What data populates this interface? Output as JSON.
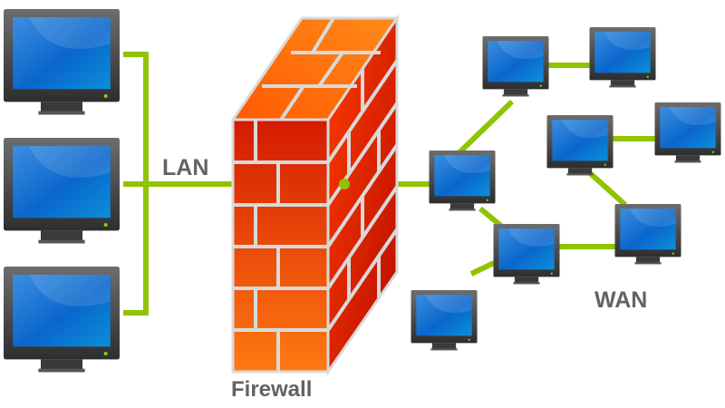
{
  "labels": {
    "lan": "LAN",
    "firewall": "Firewall",
    "wan": "WAN"
  },
  "colors": {
    "link": "#8fc400",
    "label_text": "#636363",
    "screen_light": "#4aa3e6",
    "screen_dark": "#0a5fc7",
    "bezel_dark": "#2f2f2f",
    "bezel_light": "#6a6a6a",
    "power_led": "#7ed321",
    "brick_light": "#ff7b1a",
    "brick_dark": "#cc1200",
    "mortar": "#d9d9d9"
  },
  "nodes": {
    "lan": [
      "lan-computer-1",
      "lan-computer-2",
      "lan-computer-3"
    ],
    "wan": [
      "wan-computer-1",
      "wan-computer-2",
      "wan-computer-3",
      "wan-computer-4",
      "wan-computer-5",
      "wan-computer-6",
      "wan-computer-7",
      "wan-computer-8"
    ]
  }
}
